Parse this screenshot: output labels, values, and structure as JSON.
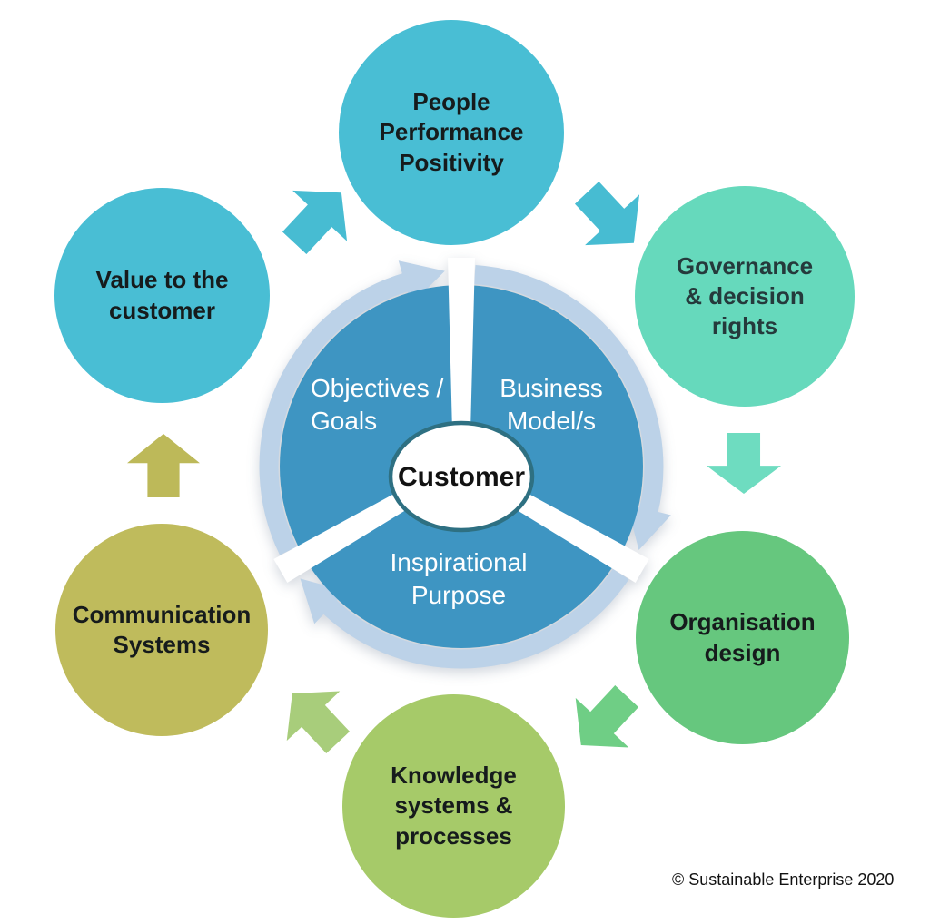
{
  "colors": {
    "cyan": "#49BED4",
    "mint": "#66D9BC",
    "green": "#66C77E",
    "lime": "#A6CA69",
    "olive": "#BFBB5C",
    "cyan_arrow": "#47BCD2",
    "mint_arrow": "#6EDCC0",
    "green_arrow": "#6FCE85",
    "lime_arrow": "#A8CD7B",
    "olive_arrow": "#BDB959",
    "pie_blue": "#3E95C2",
    "ring_blue": "#BCD2E8",
    "hub_border": "#2E7082",
    "hub_fill": "#FFFFFF"
  },
  "outer_circles": [
    {
      "id": "people",
      "lines": [
        "People",
        "Performance",
        "Positivity"
      ]
    },
    {
      "id": "governance",
      "lines": [
        "Governance",
        "& decision",
        "rights"
      ]
    },
    {
      "id": "organisation",
      "lines": [
        "Organisation",
        "design"
      ]
    },
    {
      "id": "knowledge",
      "lines": [
        "Knowledge",
        "systems &",
        "processes"
      ]
    },
    {
      "id": "communication",
      "lines": [
        "Communication",
        "Systems"
      ]
    },
    {
      "id": "value",
      "lines": [
        "Value to the",
        "customer"
      ]
    }
  ],
  "arrows": [
    {
      "from": "value",
      "to": "people",
      "direction": "up-right"
    },
    {
      "from": "people",
      "to": "governance",
      "direction": "down-right"
    },
    {
      "from": "governance",
      "to": "organisation",
      "direction": "down"
    },
    {
      "from": "organisation",
      "to": "knowledge",
      "direction": "down-left"
    },
    {
      "from": "knowledge",
      "to": "communication",
      "direction": "up-left"
    },
    {
      "from": "communication",
      "to": "value",
      "direction": "up"
    }
  ],
  "center": {
    "segments": [
      {
        "id": "objectives",
        "lines": [
          "Objectives /",
          "Goals"
        ]
      },
      {
        "id": "business",
        "lines": [
          "Business",
          "Model/s"
        ]
      },
      {
        "id": "inspirational",
        "lines": [
          "Inspirational",
          "Purpose"
        ]
      }
    ],
    "hub_label": "Customer"
  },
  "footer": {
    "copyright": "© Sustainable Enterprise 2020"
  }
}
